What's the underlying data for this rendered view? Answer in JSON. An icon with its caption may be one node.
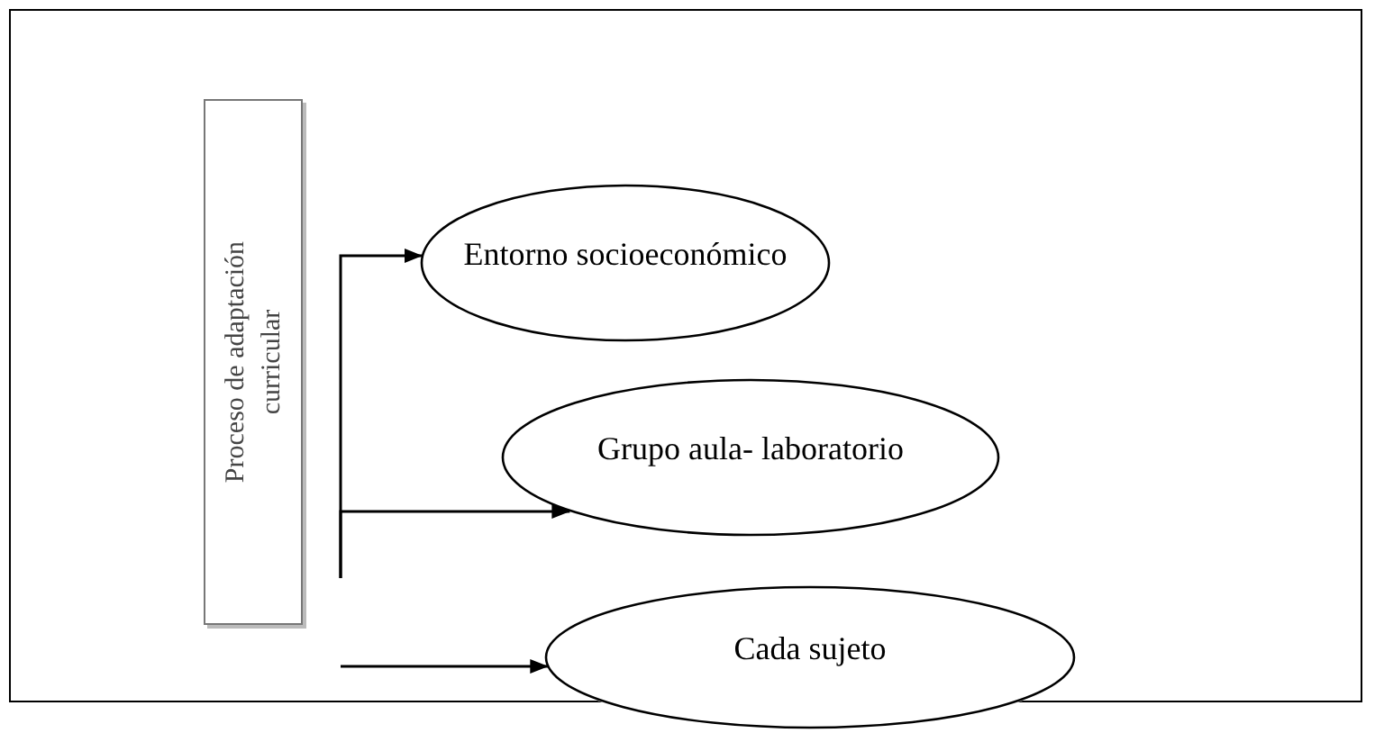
{
  "diagram": {
    "nodes": [
      {
        "text": [
          "Proceso de adaptación curricular"
        ]
      },
      {
        "text": [
          "Entorno socioeconómico"
        ]
      },
      {
        "text": [
          "Grupo aula- laboratorio"
        ]
      },
      {
        "text": [
          "Cada sujeto"
        ]
      }
    ],
    "edges": [
      {
        "from": 0,
        "to": 1,
        "arrow": "to"
      },
      {
        "from": 0,
        "to": 2,
        "arrow": "to"
      },
      {
        "from": null,
        "to": 3,
        "arrow": "to"
      }
    ]
  }
}
